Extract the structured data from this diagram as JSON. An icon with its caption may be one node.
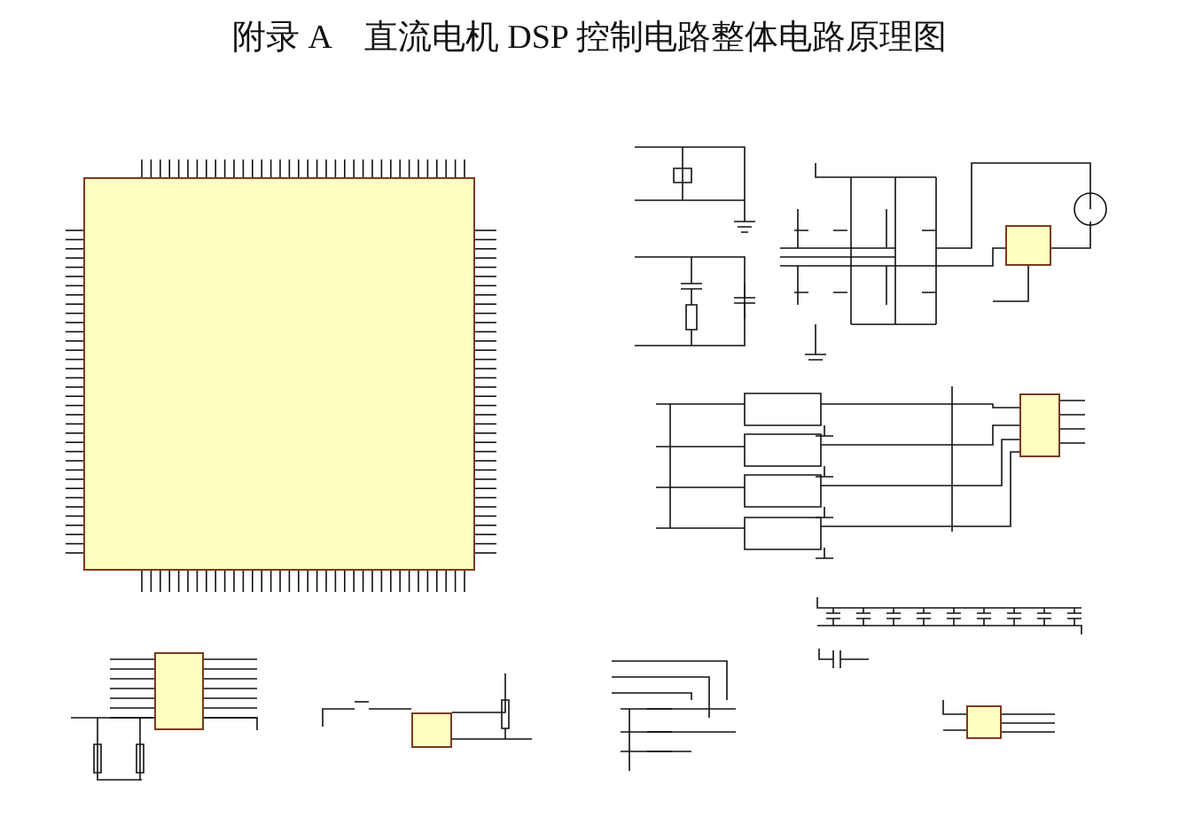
{
  "diagram": {
    "title": "附录 A　直流电机 DSP 控制电路整体电路原理图",
    "nodes": [
      {
        "text": [],
        "shape": "box"
      },
      {
        "text": [],
        "shape": "box"
      },
      {
        "text": [],
        "shape": "box"
      },
      {
        "text": [],
        "shape": "box"
      },
      {
        "text": [],
        "shape": "box"
      },
      {
        "text": [],
        "shape": "box"
      }
    ]
  }
}
